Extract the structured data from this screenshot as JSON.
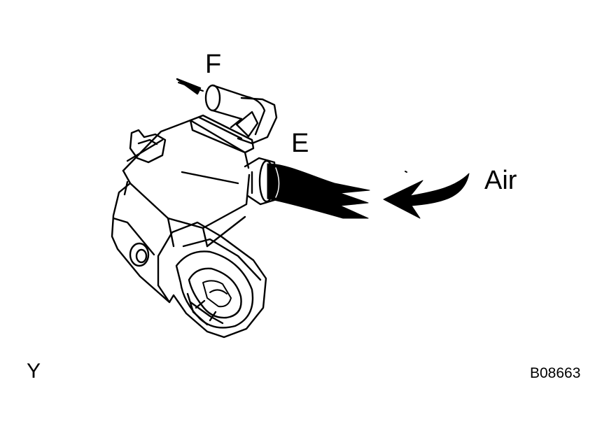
{
  "labels": {
    "port_f": "F",
    "port_e": "E",
    "air": "Air",
    "view_letter": "Y",
    "figure_code": "B08663"
  },
  "colors": {
    "line": "#000000",
    "background": "#ffffff"
  },
  "icons": {
    "arrow_f": "outflow-arrow-icon",
    "arrow_air": "airflow-arrow-icon"
  }
}
